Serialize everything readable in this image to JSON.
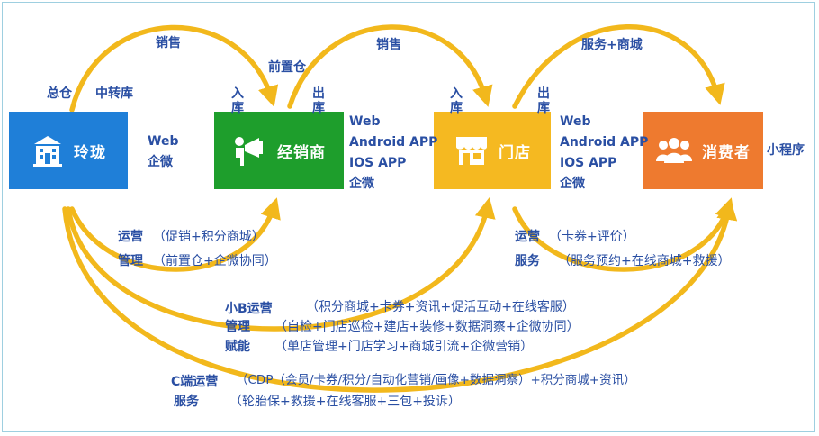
{
  "nodes": {
    "linglong": "玲珑",
    "dealer": "经销商",
    "store": "门店",
    "consumer": "消费者"
  },
  "colors": {
    "linglong": "#1f7fd8",
    "dealer": "#1e9e2c",
    "store": "#f5b921",
    "consumer": "#ee7a2f",
    "arrow": "#f2b81c",
    "text": "#2a4fa3"
  },
  "top_arrows": {
    "a1": "销售",
    "a2": "销售",
    "a3": "服务+商城",
    "zongcang": "总仓",
    "zhongzhuan": "中转库",
    "qianzhi": "前置仓",
    "ruku1": "入库",
    "chuku1": "出库",
    "ruku2": "入库",
    "chuku2": "出库"
  },
  "channels": {
    "linglong": [
      "Web",
      "企微"
    ],
    "dealer": [
      "Web",
      "Android APP",
      "IOS APP",
      "企微"
    ],
    "store": [
      "Web",
      "Android APP",
      "IOS APP",
      "企微"
    ],
    "consumer": "小程序"
  },
  "bottom": {
    "ops_label": "运营",
    "ops_text": "（促销+积分商城）",
    "mgmt_label": "管理",
    "mgmt_text": "（前置仓+企微协同）",
    "store_ops_label": "运营",
    "store_ops_text": "（卡券+评价）",
    "service_label": "服务",
    "service_text": "（服务预约+在线商城+救援）",
    "b_ops_label": "小B运营",
    "b_ops_text": "（积分商城+卡券+资讯+促活互动+在线客服）",
    "b_mgmt_label": "管理",
    "b_mgmt_text": "（自检+门店巡检+建店+装修+数据洞察+企微协同）",
    "b_enable_label": "赋能",
    "b_enable_text": "（单店管理+门店学习+商城引流+企微营销）",
    "c_ops_label": "C端运营",
    "c_ops_text": "（CDP（会员/卡券/积分/自动化营销/画像+数据洞察）+积分商城+资讯）",
    "c_service_label": "服务",
    "c_service_text": "（轮胎保+救援+在线客服+三包+投诉）"
  }
}
